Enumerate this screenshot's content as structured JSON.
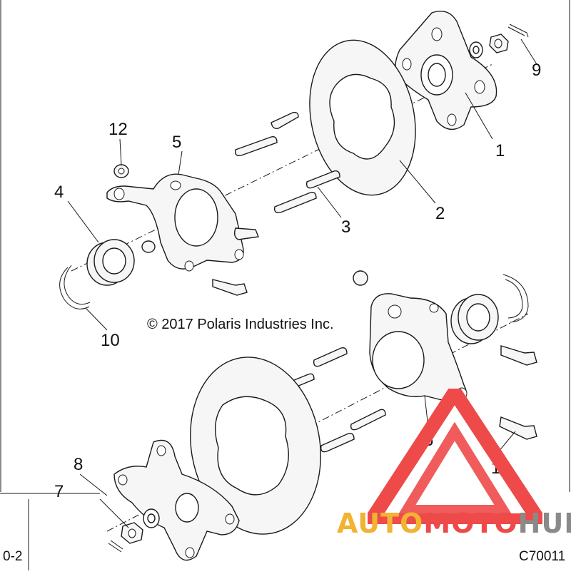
{
  "callouts": [
    "1",
    "2",
    "3",
    "4",
    "5",
    "6",
    "7",
    "8",
    "9",
    "10",
    "11",
    "12"
  ],
  "copyright": "© 2017 Polaris Industries Inc.",
  "footer_left": "0-2",
  "footer_right": "C70011",
  "watermark": {
    "part1": "AUTO",
    "part2": "MOTO",
    "part3": "HUB"
  },
  "colors": {
    "line": "#1a1a1a",
    "part_fill": "#f6f6f6",
    "watermark_red": "#ee4a4a",
    "watermark_gold": "#f2b233",
    "watermark_gray": "#8a8a8a"
  }
}
